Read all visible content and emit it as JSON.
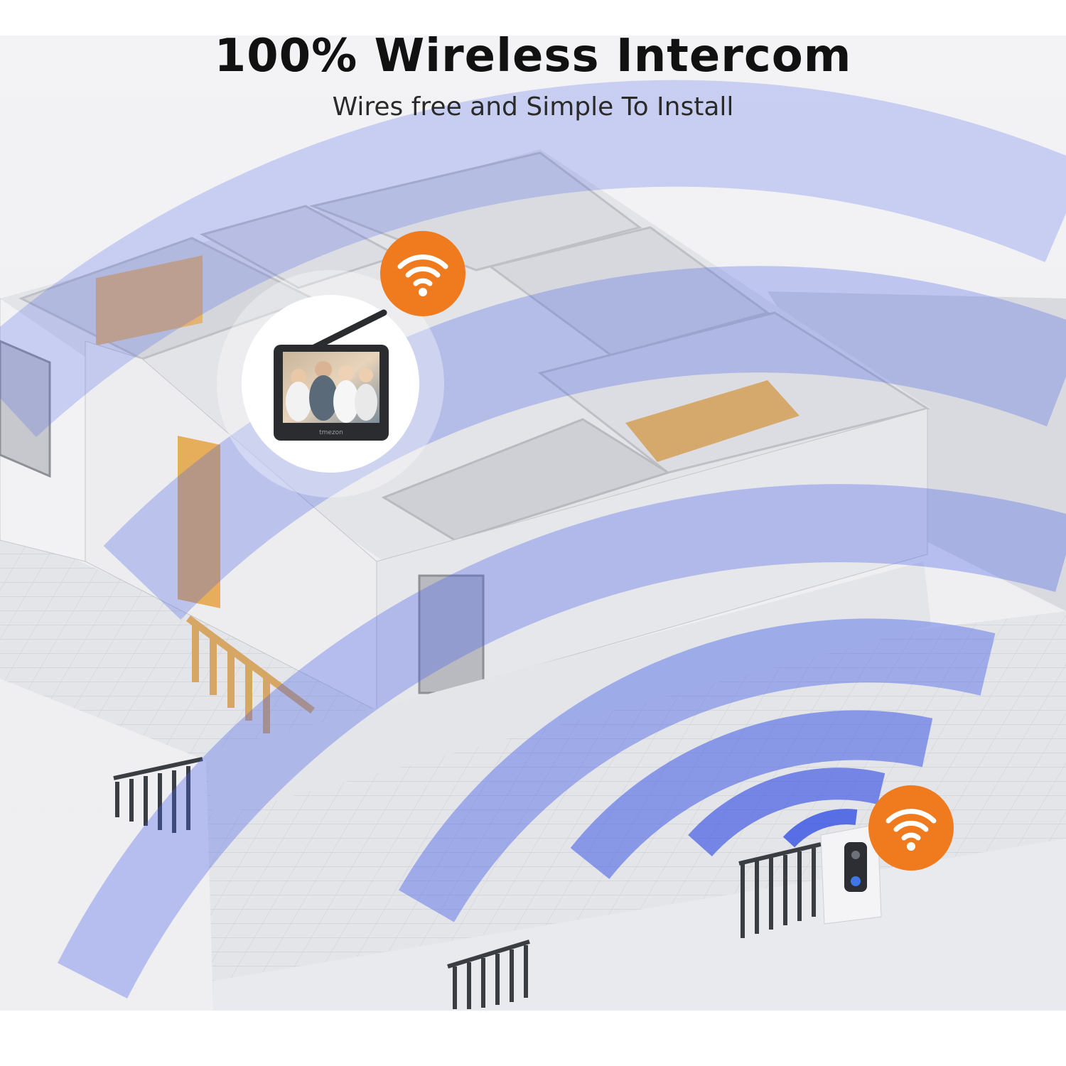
{
  "header": {
    "title": "100% Wireless Intercom",
    "subtitle": "Wires free and Simple To Install"
  },
  "monitor": {
    "brand": "tmezon",
    "screen_content": "family-photo"
  },
  "icons": {
    "monitor_signal": "wifi-icon",
    "doorbell_signal": "wifi-icon"
  },
  "colors": {
    "signal_wave": "#4a63e8",
    "wifi_badge": "#f07a1e",
    "background": "#ececef",
    "wall": "#dcdde2",
    "furniture": "#e0b071"
  }
}
